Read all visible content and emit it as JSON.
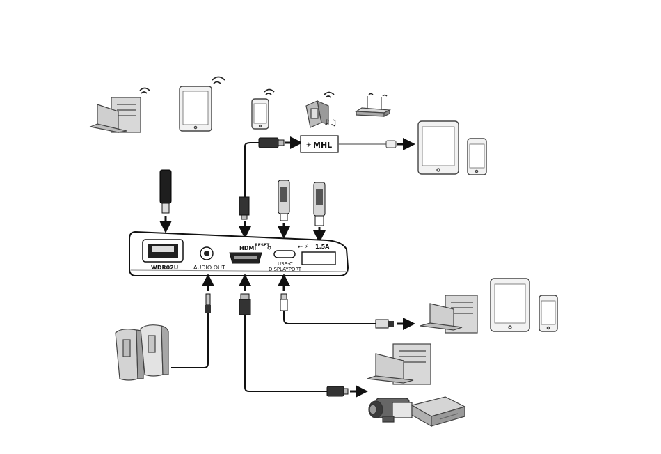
{
  "ports": {
    "wdr02u": "WDR02U",
    "audio_out": "AUDIO OUT",
    "hdmi": "HDMI",
    "reset": "RESET",
    "usbc_line1": "USB-C",
    "usbc_line2": "DISPLAYPORT",
    "usb_power": "1.5A"
  },
  "mhl_label": "MHL",
  "icons": [
    "wireless-laptop-pc-icon",
    "wireless-tablet-icon",
    "wireless-phone-icon",
    "wireless-media-speaker-icon",
    "wireless-router-icon",
    "usb-dongle-icon",
    "usb-flash-drive-icon",
    "tablet-icon",
    "phone-icon",
    "desktop-pc-laptop-icon",
    "speakers-icon",
    "camcorder-icon",
    "media-player-icon"
  ]
}
